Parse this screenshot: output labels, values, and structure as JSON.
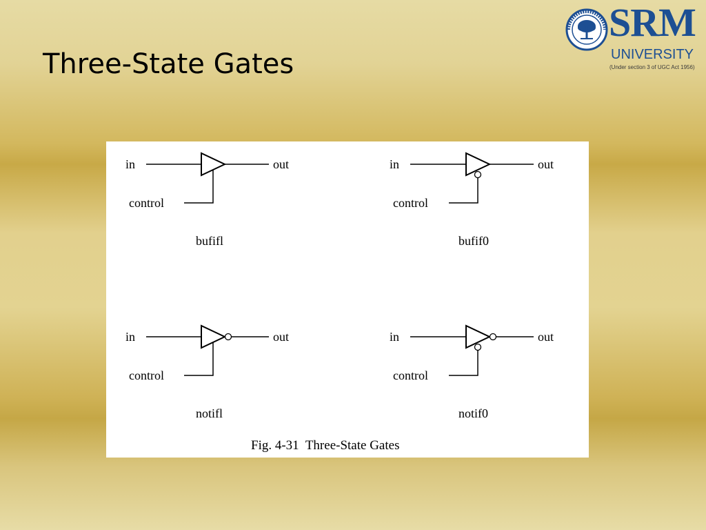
{
  "slide": {
    "title": "Three-State Gates"
  },
  "logo": {
    "wordmark": "SRM",
    "subtitle": "UNIVERSITY",
    "note": "(Under section 3 of UGC Act 1956)",
    "seal_text": "SRM UNIVERSITY",
    "brand_color": "#1d4f93"
  },
  "figure": {
    "caption": "Fig. 4-31  Three-State Gates",
    "gates": [
      {
        "name": "bufifl",
        "in_label": "in",
        "out_label": "out",
        "control_label": "control",
        "inverting_output": false,
        "active_low_control": false
      },
      {
        "name": "bufif0",
        "in_label": "in",
        "out_label": "out",
        "control_label": "control",
        "inverting_output": false,
        "active_low_control": true
      },
      {
        "name": "notifl",
        "in_label": "in",
        "out_label": "out",
        "control_label": "control",
        "inverting_output": true,
        "active_low_control": false
      },
      {
        "name": "notif0",
        "in_label": "in",
        "out_label": "out",
        "control_label": "control",
        "inverting_output": true,
        "active_low_control": true
      }
    ]
  }
}
